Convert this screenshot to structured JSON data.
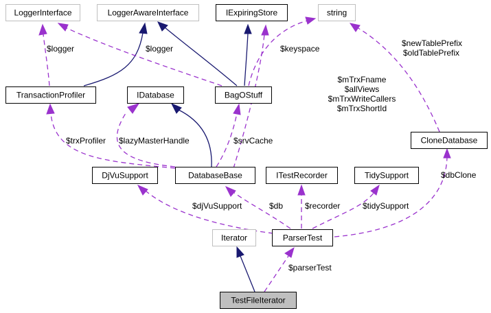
{
  "diagram": {
    "title": "TestFileIterator collaboration graph",
    "colors": {
      "inheritance_edge": "#191970",
      "usage_edge": "#9a32cd",
      "focus_node_fill": "#bfbfbf",
      "external_node_border": "#bfbfbf"
    },
    "nodes": {
      "logger_interface": "LoggerInterface",
      "logger_aware_interface": "LoggerAwareInterface",
      "iexpiring_store": "IExpiringStore",
      "string": "string",
      "transaction_profiler": "TransactionProfiler",
      "idatabase": "IDatabase",
      "bag_o_stuff": "BagOStuff",
      "clone_database": "CloneDatabase",
      "djvu_support": "DjVuSupport",
      "database_base": "DatabaseBase",
      "itest_recorder": "ITestRecorder",
      "tidy_support": "TidySupport",
      "iterator": "Iterator",
      "parser_test": "ParserTest",
      "test_file_iterator": "TestFileIterator"
    },
    "edge_labels": {
      "tp_logger": "$logger",
      "bag_logger": "$logger",
      "keyspace": "$keyspace",
      "table_prefix": [
        "$newTablePrefix",
        "$oldTablePrefix"
      ],
      "mtrx": [
        "$mTrxFname",
        "$allViews",
        "$mTrxWriteCallers",
        "$mTrxShortId"
      ],
      "trx_profiler": "$trxProfiler",
      "lazy_master_handle": "$lazyMasterHandle",
      "srv_cache": "$srvCache",
      "db_clone": "$dbClone",
      "djvu_support": "$djVuSupport",
      "db": "$db",
      "recorder": "$recorder",
      "tidy_support": "$tidySupport",
      "parser_test": "$parserTest"
    }
  }
}
